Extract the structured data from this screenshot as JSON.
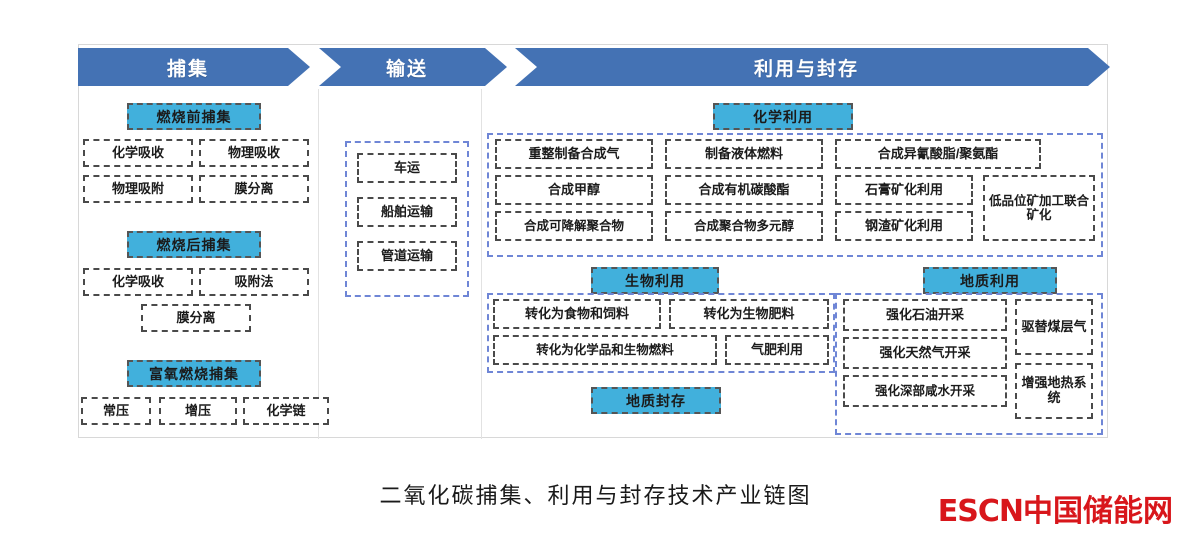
{
  "caption": "二氧化碳捕集、利用与封存技术产业链图",
  "logo": {
    "latin": "ESCN",
    "chinese": "中国储能网",
    "color": "#d8161b"
  },
  "colors": {
    "band_blue": "#4472b4",
    "accent_blue": "#41b0dc",
    "group_border": "#6f86d6",
    "item_border": "#4a4a4a"
  },
  "band": {
    "stages": [
      {
        "label": "捕集"
      },
      {
        "label": "输送"
      },
      {
        "label": "利用与封存"
      }
    ]
  },
  "capture": {
    "groups": [
      {
        "title": "燃烧前捕集",
        "rows": [
          [
            "化学吸收",
            "物理吸收"
          ],
          [
            "物理吸附",
            "膜分离"
          ]
        ]
      },
      {
        "title": "燃烧后捕集",
        "rows": [
          [
            "化学吸收",
            "吸附法"
          ],
          [
            "膜分离"
          ]
        ]
      },
      {
        "title": "富氧燃烧捕集",
        "rows": [
          [
            "常压",
            "增压",
            "化学链"
          ]
        ]
      }
    ]
  },
  "transport": {
    "items": [
      "车运",
      "船舶运输",
      "管道运输"
    ]
  },
  "chemical": {
    "title": "化学利用",
    "col1": [
      "重整制备合成气",
      "合成甲醇",
      "合成可降解聚合物"
    ],
    "col2": [
      "制备液体燃料",
      "合成有机碳酸酯",
      "合成聚合物多元醇"
    ],
    "col3": [
      "合成异氰酸脂/聚氨酯",
      "石膏矿化利用",
      "钢渣矿化利用"
    ],
    "col4": [
      "低品位矿加工联合矿化"
    ]
  },
  "biological": {
    "title": "生物利用",
    "row1": [
      "转化为食物和饲料",
      "转化为生物肥料"
    ],
    "row2": [
      "转化为化学品和生物燃料",
      "气肥利用"
    ]
  },
  "geological_use": {
    "title": "地质利用",
    "main": [
      "强化石油开采",
      "强化天然气开采",
      "强化深部咸水开采"
    ],
    "side": [
      "驱替煤层气",
      "增强地热系统"
    ]
  },
  "geological_storage": {
    "title": "地质封存"
  }
}
